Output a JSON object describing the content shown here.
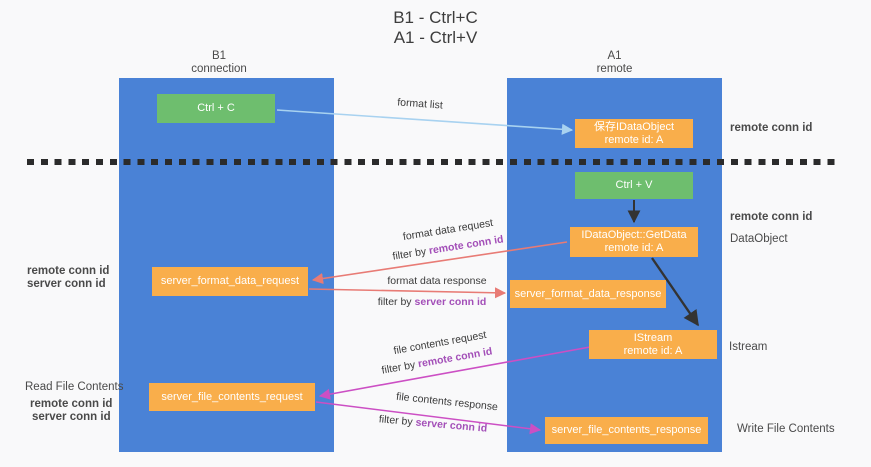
{
  "title": {
    "line1": "B1 - Ctrl+C",
    "line2": "A1 - Ctrl+V"
  },
  "lanes": {
    "left": {
      "name": "B1",
      "subtitle": "connection"
    },
    "right": {
      "name": "A1",
      "subtitle": "remote"
    }
  },
  "boxes": {
    "ctrl_c": {
      "label": "Ctrl + C"
    },
    "save_dataobject": {
      "line1": "保存IDataObject",
      "line2": "remote id: A"
    },
    "ctrl_v": {
      "label": "Ctrl + V"
    },
    "getdata": {
      "line1": "IDataObject::GetData",
      "line2": "remote id: A"
    },
    "format_request": {
      "label": "server_format_data_request"
    },
    "format_response": {
      "label": "server_format_data_response"
    },
    "istream": {
      "line1": "IStream",
      "line2": "remote id: A"
    },
    "file_request": {
      "label": "server_file_contents_request"
    },
    "file_response": {
      "label": "server_file_contents_response"
    }
  },
  "arrow_labels": {
    "format_list": "format list",
    "format_data_request": "format data request",
    "format_data_response": "format data response",
    "file_contents_request": "file contents request",
    "file_contents_response": "file contents response",
    "filter_by": "filter by",
    "remote_conn_id": "remote conn id",
    "server_conn_id": "server conn id"
  },
  "side_labels": {
    "right_remote_conn_id_top": "remote conn id",
    "right_remote_conn_id_mid": "remote conn id",
    "dataobject": "DataObject",
    "istream": "Istream",
    "write_file_contents": "Write File Contents",
    "read_file_contents": "Read File Contents",
    "left_remote_conn_id_mid": "remote conn id",
    "left_server_conn_id_mid": "server conn id",
    "left_remote_conn_id_bottom": "remote conn id",
    "left_server_conn_id_bottom": "server conn id"
  },
  "colors": {
    "lane_blue": "#4A82D6",
    "box_green": "#6EBE6E",
    "box_orange": "#F9AE4B",
    "purple_text": "#A34FB8",
    "green_text": "#57A857",
    "salmon_arrow": "#E87B75",
    "magenta_arrow": "#CC4FC4",
    "light_blue_arrow": "#A8D2F0",
    "black_arrow": "#333333"
  }
}
